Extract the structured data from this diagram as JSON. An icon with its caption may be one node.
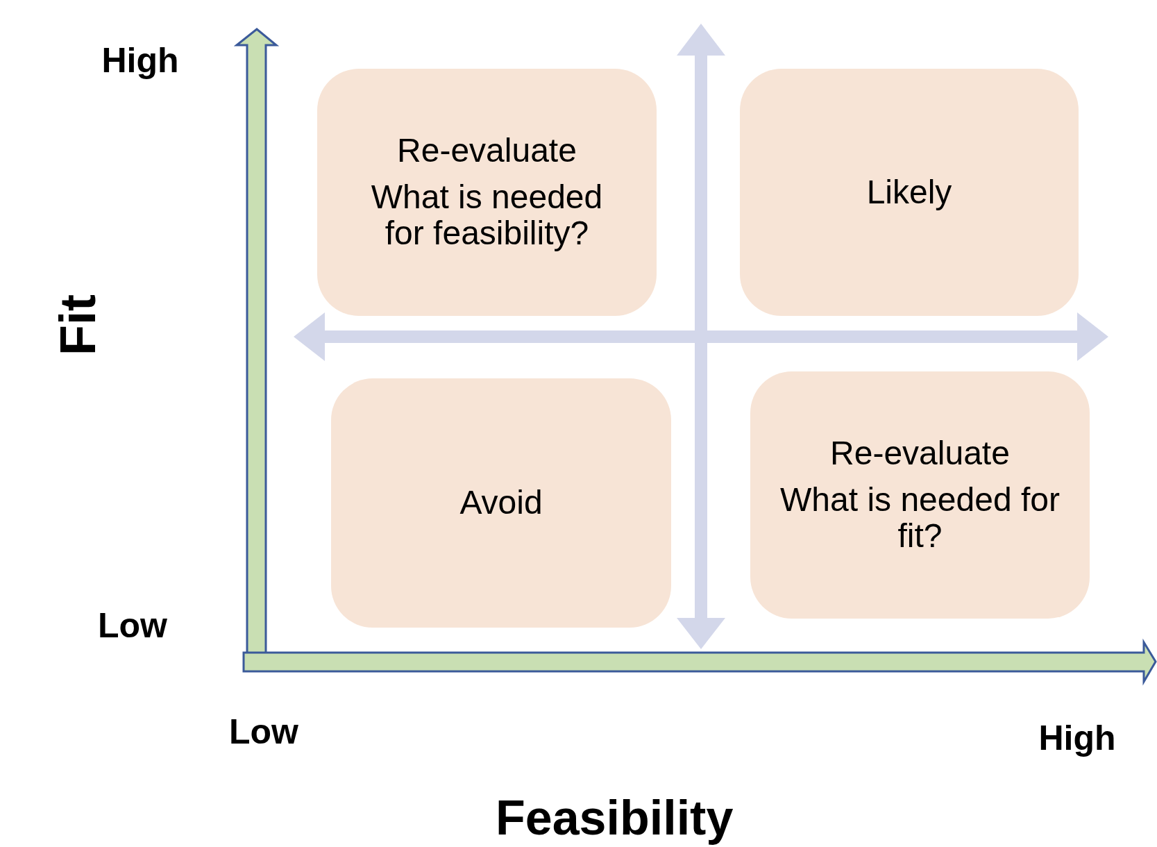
{
  "diagram": {
    "nodes": [
      {
        "text": [
          "Re-evaluate",
          "What is needed for feasibility?"
        ]
      },
      {
        "text": [
          "Likely"
        ]
      },
      {
        "text": [
          "Avoid"
        ]
      },
      {
        "text": [
          "Re-evaluate",
          "What is needed for fit?"
        ]
      }
    ],
    "labels": [
      "High",
      "Fit",
      "Low",
      "Low",
      "High",
      "Feasibility"
    ]
  }
}
